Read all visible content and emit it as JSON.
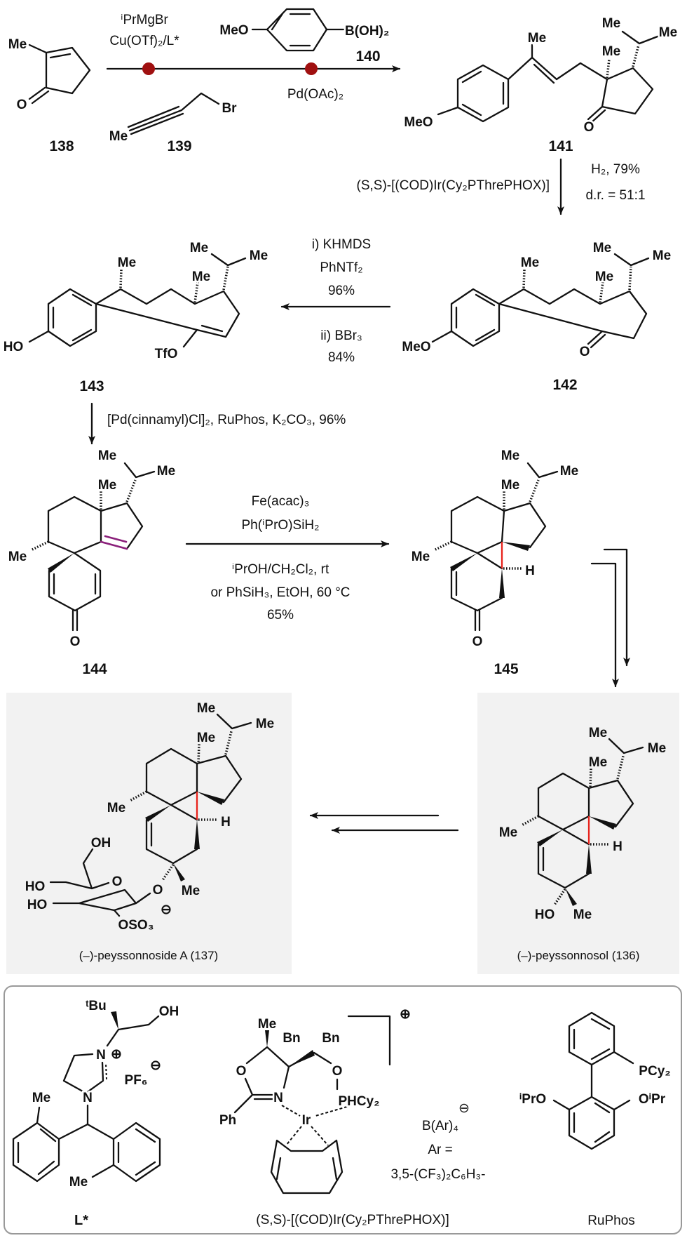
{
  "compounds": {
    "c138": {
      "label": "138",
      "atoms": [
        "Me",
        "O"
      ]
    },
    "c139": {
      "label": "139",
      "atoms": [
        "Br",
        "Me"
      ]
    },
    "c140": {
      "label": "140",
      "atoms": [
        "MeO",
        "B(OH)₂"
      ]
    },
    "c141": {
      "label": "141",
      "atoms": [
        "MeO",
        "Me",
        "Me",
        "O",
        "Me",
        "Me"
      ]
    },
    "c142": {
      "label": "142",
      "atoms": [
        "MeO",
        "Me",
        "Me",
        "O",
        "Me",
        "Me"
      ]
    },
    "c143": {
      "label": "143",
      "atoms": [
        "HO",
        "Me",
        "Me",
        "TfO",
        "Me",
        "Me"
      ]
    },
    "c144": {
      "label": "144",
      "atoms": [
        "Me",
        "Me",
        "Me",
        "Me",
        "O"
      ]
    },
    "c145": {
      "label": "145",
      "atoms": [
        "Me",
        "Me",
        "Me",
        "Me",
        "H",
        "O"
      ]
    },
    "c137": {
      "name": "(–)-peyssonnoside A (137)",
      "atoms": [
        "Me",
        "Me",
        "Me",
        "Me",
        "H",
        "O",
        "Me",
        "OH",
        "HO",
        "HO",
        "OSO₃",
        "⊖",
        "O"
      ]
    },
    "c136": {
      "name": "(–)-peyssonnosol (136)",
      "atoms": [
        "Me",
        "Me",
        "Me",
        "Me",
        "H",
        "HO",
        "Me"
      ]
    }
  },
  "steps": {
    "s1": {
      "reagents_top": [
        "ⁱPrMgBr",
        "Cu(OTf)₂/L*"
      ],
      "reagent_bottom": "Pd(OAc)₂"
    },
    "s2": {
      "catalyst": "(S,S)-[(COD)Ir(Cy₂PThrePHOX)]",
      "conditions": [
        "H₂, 79%",
        "d.r. = 51:1"
      ]
    },
    "s3": {
      "lines": [
        "i) KHMDS",
        "PhNTf₂",
        "96%",
        "ii) BBr₃",
        "84%"
      ]
    },
    "s4": {
      "text": "[Pd(cinnamyl)Cl]₂, RuPhos, K₂CO₃, 96%"
    },
    "s5": {
      "lines": [
        "Fe(acac)₃",
        "Ph(ⁱPrO)SiH₂",
        "ⁱPrOH/CH₂Cl₂, rt",
        "or PhSiH₃, EtOH, 60 °C",
        "65%"
      ]
    }
  },
  "legend": {
    "ligand": {
      "label": "L*",
      "atoms": [
        "ᵗBu",
        "OH",
        "N",
        "⊕",
        "PF₆",
        "⊖",
        "N",
        "Me",
        "Me"
      ]
    },
    "ir_catalyst": {
      "label": "(S,S)-[(COD)Ir(Cy₂PThrePHOX)]",
      "atoms": [
        "Me",
        "Bn",
        "Bn",
        "O",
        "O",
        "N",
        "PHCy₂",
        "Ph",
        "Ir",
        "⊕",
        "B(Ar)₄",
        "⊖",
        "Ar =",
        "3,5-(CF₃)₂C₆H₃-"
      ]
    },
    "ruphos": {
      "label": "RuPhos",
      "atoms": [
        "PCy₂",
        "ⁱPrO",
        "OⁱPr"
      ]
    }
  },
  "colors": {
    "marker": "#a01010",
    "cyclopropane_bond": "#e8231c",
    "alkene_highlight": "#8a1f7a",
    "panel_bg": "#f2f2f2"
  }
}
